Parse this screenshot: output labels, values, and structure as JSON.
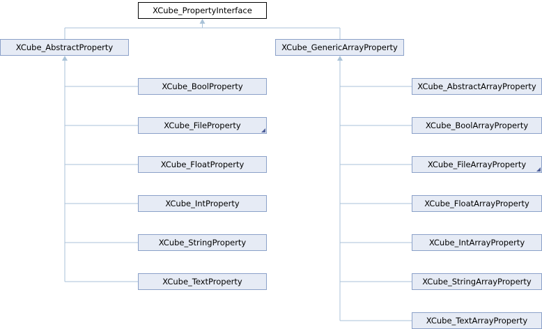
{
  "diagram": {
    "type": "class-inheritance",
    "root": {
      "label": "XCube_PropertyInterface"
    },
    "bases": [
      {
        "label": "XCube_AbstractProperty",
        "children": [
          {
            "label": "XCube_BoolProperty",
            "more": false
          },
          {
            "label": "XCube_FileProperty",
            "more": true
          },
          {
            "label": "XCube_FloatProperty",
            "more": false
          },
          {
            "label": "XCube_IntProperty",
            "more": false
          },
          {
            "label": "XCube_StringProperty",
            "more": false
          },
          {
            "label": "XCube_TextProperty",
            "more": false
          }
        ]
      },
      {
        "label": "XCube_GenericArrayProperty",
        "children": [
          {
            "label": "XCube_AbstractArrayProperty",
            "more": false
          },
          {
            "label": "XCube_BoolArrayProperty",
            "more": false
          },
          {
            "label": "XCube_FileArrayProperty",
            "more": true
          },
          {
            "label": "XCube_FloatArrayProperty",
            "more": false
          },
          {
            "label": "XCube_IntArrayProperty",
            "more": false
          },
          {
            "label": "XCube_StringArrayProperty",
            "more": false
          },
          {
            "label": "XCube_TextArrayProperty",
            "more": false
          }
        ]
      }
    ],
    "colors": {
      "node_fill": "#e6ebf5",
      "node_border": "#8aa0c8",
      "edge": "#a9c2d8",
      "root_fill": "#ffffff",
      "root_border": "#000000"
    }
  }
}
